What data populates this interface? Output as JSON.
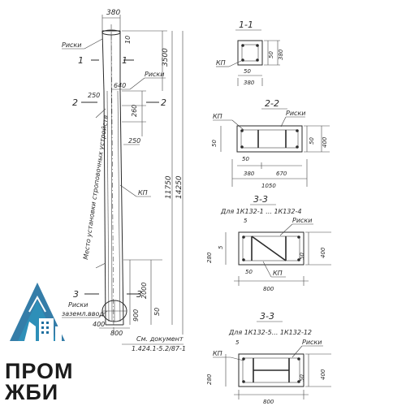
{
  "colors": {
    "ink": "#2a2a2a",
    "logo_blue": "#1f6f9f",
    "logo_teal": "#2e8fb8",
    "logo_text": "#1b1b1b"
  },
  "pole": {
    "dim_top_width": "380",
    "dim_top_height": "3500",
    "dim_total_upper": "11750",
    "dim_total": "14250",
    "dim_640": "640",
    "dim_250_a": "250",
    "dim_260": "260",
    "dim_250_b": "250",
    "dim_2000": "2000",
    "dim_900": "900",
    "dim_400": "400",
    "dim_800": "800",
    "dim_10": "10",
    "dim_50": "50",
    "label_riski_top": "Риски",
    "label_riski_mid": "Риски",
    "label_riski_low": "Риски",
    "label_zaz_vvod": "заземл.ввод",
    "label_kp": "КП",
    "label_mesto": "Место установки строповочных устройств",
    "section_1": "1",
    "section_2": "2",
    "section_3": "3",
    "note_line1": "См. документ",
    "note_line2": "1.424.1-5.2/87-1"
  },
  "sec11": {
    "title": "1-1",
    "kp": "КП",
    "d50a": "50",
    "d50b": "50",
    "d380a": "380",
    "d380b": "380"
  },
  "sec22": {
    "title": "2-2",
    "kp": "КП",
    "riski": "Риски",
    "d50a": "50",
    "d50b": "50",
    "d400": "400",
    "d380": "380",
    "d670": "670",
    "d1050": "1050"
  },
  "sec33a": {
    "title": "3-3",
    "sub": "Для 1К132-1 ... 1К132-4",
    "riski": "Риски",
    "kp": "КП",
    "d5a": "5",
    "d5b": "5",
    "d280": "280",
    "d50a": "50",
    "d50b": "50",
    "d400": "400",
    "d800": "800"
  },
  "sec33b": {
    "title": "3-3",
    "sub": "Для 1К132-5... 1К132-12",
    "kp": "КП",
    "riski": "Риски",
    "d5": "5",
    "d280": "280",
    "d50": "50",
    "d400": "400",
    "d800": "800"
  },
  "logo": {
    "line1": "ПРОМ",
    "line2": "ЖБИ"
  }
}
